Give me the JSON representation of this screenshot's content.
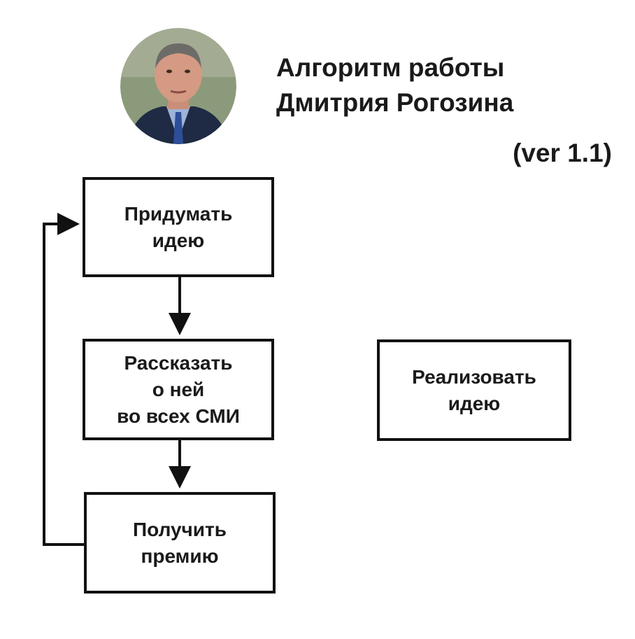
{
  "header": {
    "title_line1": "Алгоритм работы",
    "title_line2": "Дмитрия Рогозина",
    "version": "(ver 1.1)"
  },
  "portrait": {
    "icon": "person-portrait-icon"
  },
  "diagram": {
    "nodes": [
      {
        "id": "idea",
        "label": "Придумать\nидею"
      },
      {
        "id": "media",
        "label": "Рассказать\nо ней\nво всех СМИ"
      },
      {
        "id": "bonus",
        "label": "Получить\nпремию"
      },
      {
        "id": "implement",
        "label": "Реализовать\nидею"
      }
    ],
    "edges": [
      {
        "from": "idea",
        "to": "media"
      },
      {
        "from": "media",
        "to": "bonus"
      },
      {
        "from": "bonus",
        "to": "idea"
      }
    ]
  }
}
